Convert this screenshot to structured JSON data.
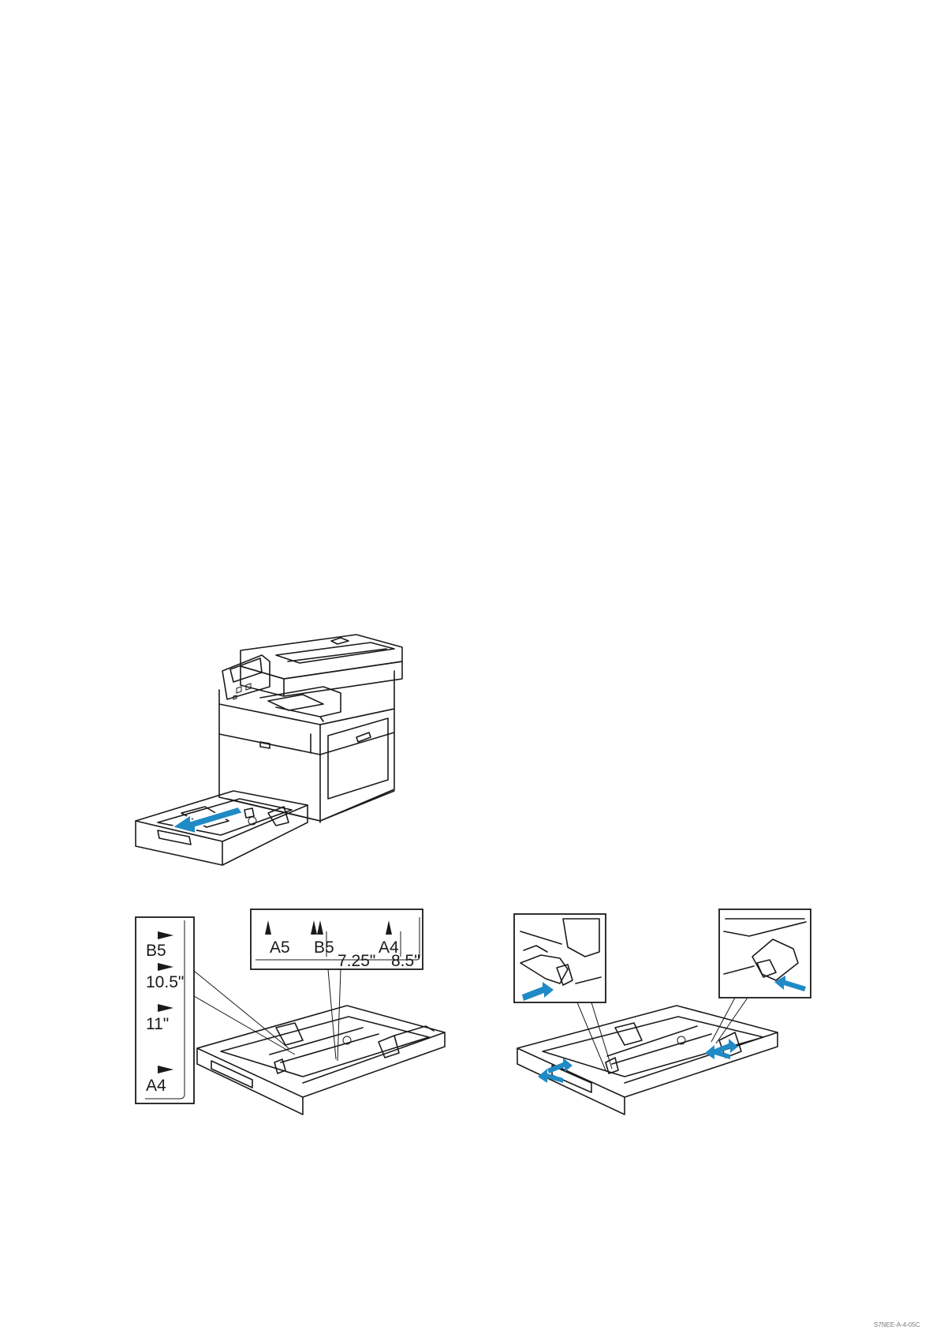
{
  "colors": {
    "arrow_blue": "#1f8ac5",
    "line": "#1a1a1a",
    "tray_grey": "#8f8f8f",
    "guide_grey": "#9a9a9a"
  },
  "figure_top": {
    "icons": [
      "printer-icon",
      "pull-out-arrow-icon"
    ]
  },
  "figure_bottom_left": {
    "side_scale": {
      "labels": [
        "B5",
        "10.5\"",
        "11\"",
        "A4"
      ]
    },
    "top_scale": {
      "row1": [
        "A5",
        "B5",
        "A4"
      ],
      "row2": [
        "7.25\"",
        "8.5\""
      ]
    }
  },
  "figure_bottom_right": {
    "icons": [
      "squeeze-guide-arrow-icon",
      "slide-guide-arrow-icon"
    ]
  },
  "footer": {
    "code": "S7NEE-A-4-05C"
  }
}
